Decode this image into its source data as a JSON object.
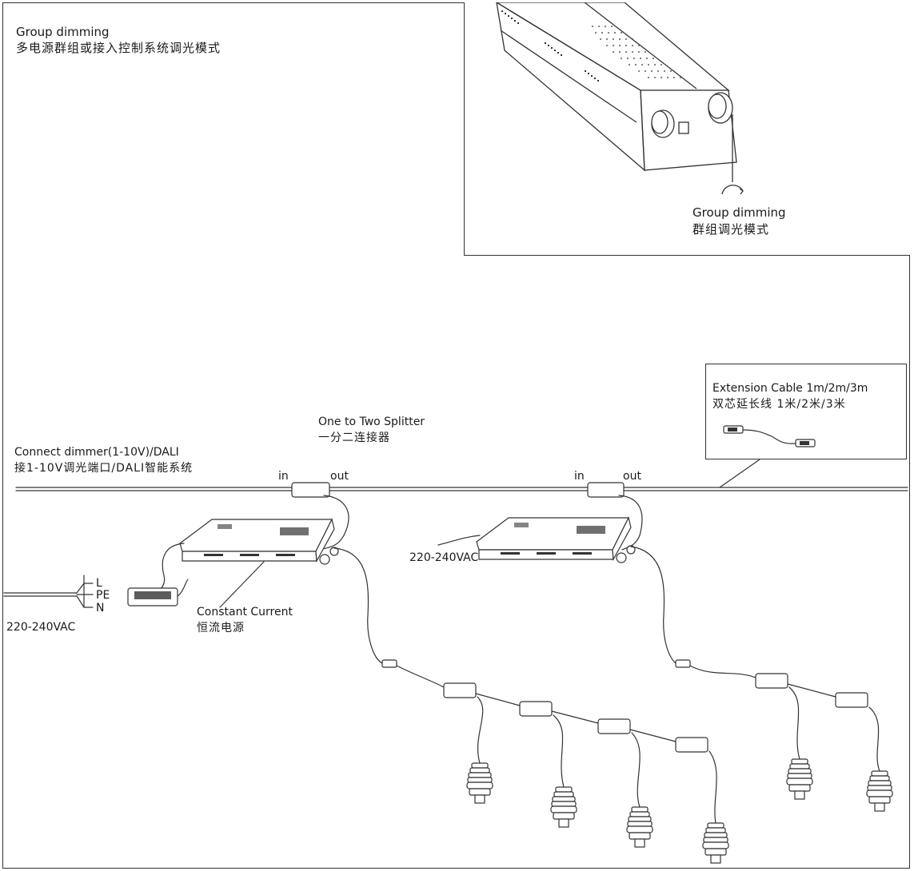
{
  "header": {
    "title_en": "Group dimming",
    "title_cn": "多电源群组或接入控制系统调光模式"
  },
  "inset": {
    "label_en": "Group dimming",
    "label_cn": "群组调光模式"
  },
  "extension": {
    "label_en": "Extension Cable  1m/2m/3m",
    "label_cn": "双芯延长线 1米/2米/3米"
  },
  "splitter": {
    "label_en": "One to Two Splitter",
    "label_cn": "一分二连接器",
    "in_label": "in",
    "out_label": "out"
  },
  "control": {
    "label_en": "Connect dimmer(1-10V)/DALI",
    "label_cn": "接1-10V调光端口/DALI智能系统"
  },
  "power": {
    "label_en": "Constant Current",
    "label_cn": "恒流电源",
    "voltage": "220-240VAC",
    "wire_l": "L",
    "wire_pe": "PE",
    "wire_n": "N"
  },
  "colors": {
    "line": "#333333",
    "background": "#ffffff"
  }
}
